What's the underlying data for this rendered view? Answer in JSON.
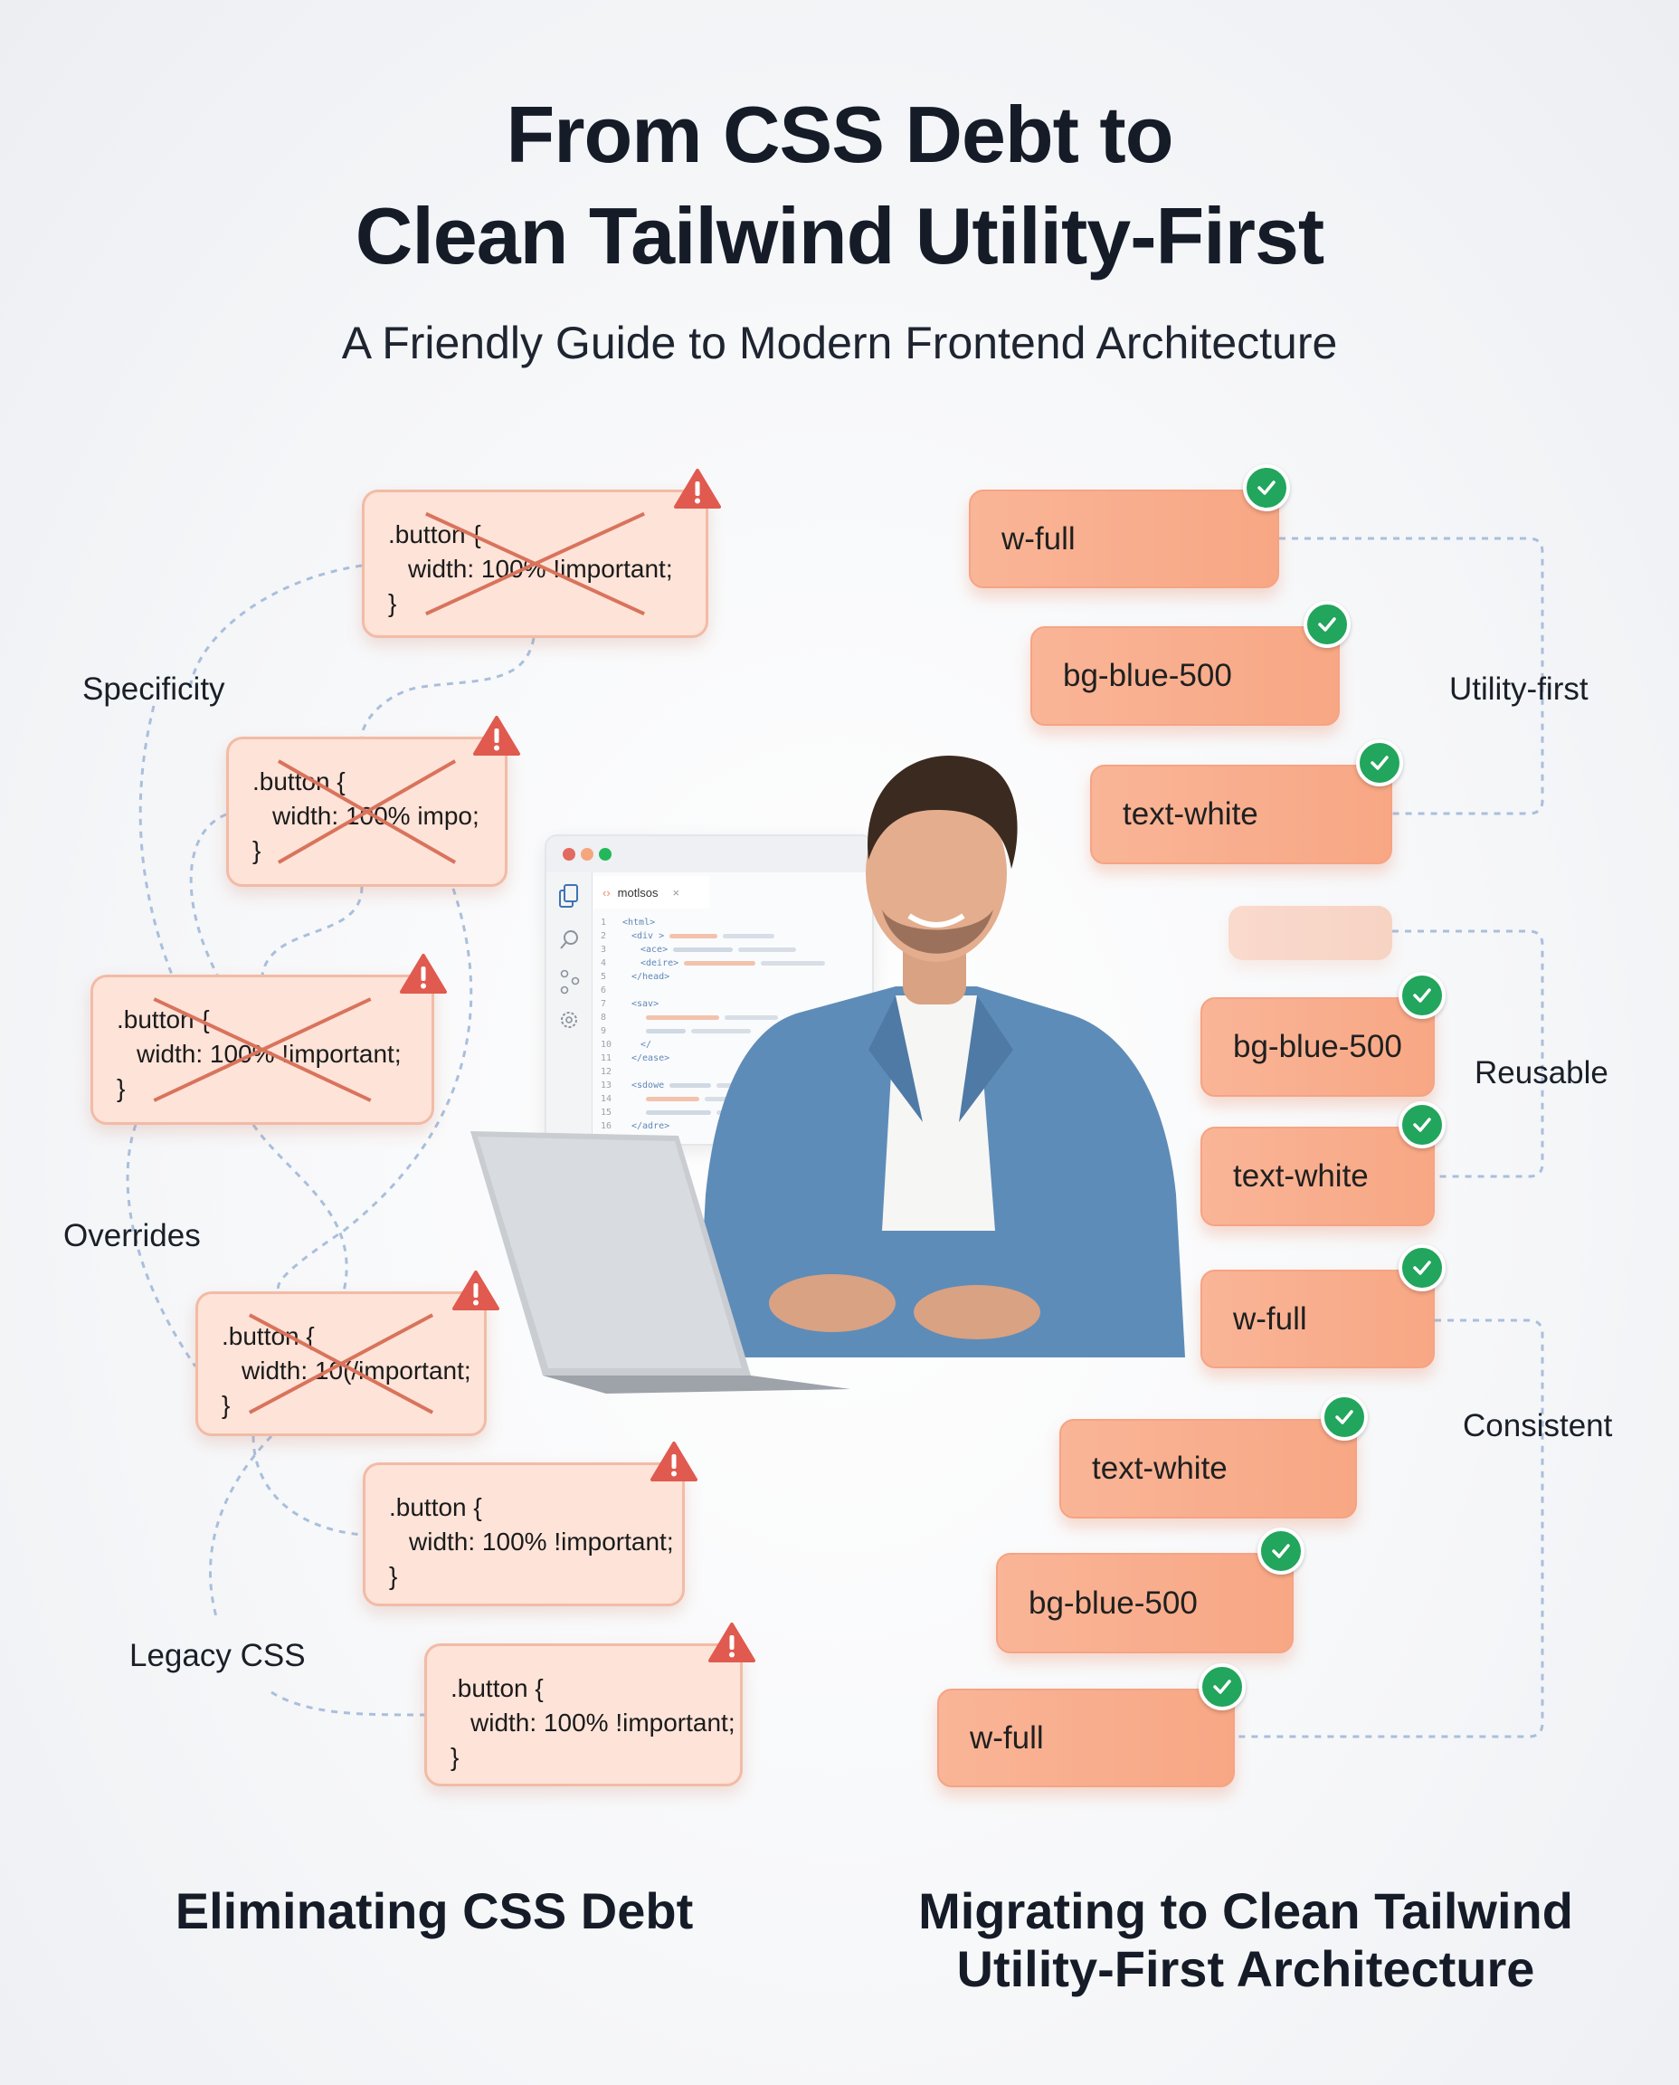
{
  "header": {
    "title_line1": "From CSS Debt to",
    "title_line2": "Clean Tailwind Utility-First",
    "subtitle": "A Friendly Guide to Modern Frontend Architecture"
  },
  "left": {
    "labels": [
      "Specificity",
      "Overrides",
      "Legacy CSS"
    ],
    "cards": [
      {
        "l1": ".button {",
        "l2": "width: 100% !important;",
        "l3": "}",
        "crossed": true
      },
      {
        "l1": ".button {",
        "l2": "width: 100% impo;",
        "l3": "}",
        "crossed": true
      },
      {
        "l1": ".button {",
        "l2": "width: 100% !important;",
        "l3": "}",
        "crossed": true
      },
      {
        "l1": ".button {",
        "l2": "width: 10(/important;",
        "l3": "}",
        "crossed": true
      },
      {
        "l1": ".button {",
        "l2": "width: 100% !important;",
        "l3": "}",
        "crossed": false
      },
      {
        "l1": ".button {",
        "l2": "width: 100% !important;",
        "l3": "}",
        "crossed": false
      }
    ],
    "icon": "warning-triangle-icon",
    "heading": "Eliminating CSS Debt"
  },
  "right": {
    "labels": [
      "Utility-first",
      "Reusable",
      "Consistent"
    ],
    "pills": [
      "w-full",
      "bg-blue-500",
      "text-white",
      "bg-blue-500",
      "text-white",
      "w-full",
      "text-white",
      "bg-blue-500",
      "w-full"
    ],
    "icon": "check-circle-icon",
    "heading_line1": "Migrating to Clean Tailwind",
    "heading_line2": "Utility-First Architecture"
  },
  "editor": {
    "tab_name": "motlsos",
    "line_numbers": [
      "1",
      "2",
      "3",
      "4",
      "5",
      "6",
      "7",
      "8",
      "9",
      "10",
      "11",
      "12",
      "13",
      "14",
      "15",
      "16"
    ],
    "code_lines": [
      "<html>",
      "<div >",
      "<ace>",
      "<deire>",
      "</head>",
      "",
      "<sav>",
      "",
      "",
      "</",
      "</ease>",
      "",
      "<sdowe",
      "",
      "",
      "</adre>"
    ]
  },
  "colors": {
    "css_card_bg": "#fde3d8",
    "pill_bg": "#f9b597",
    "warning": "#e05a4f",
    "check": "#22a55c",
    "connector": "#a9bfdc"
  }
}
